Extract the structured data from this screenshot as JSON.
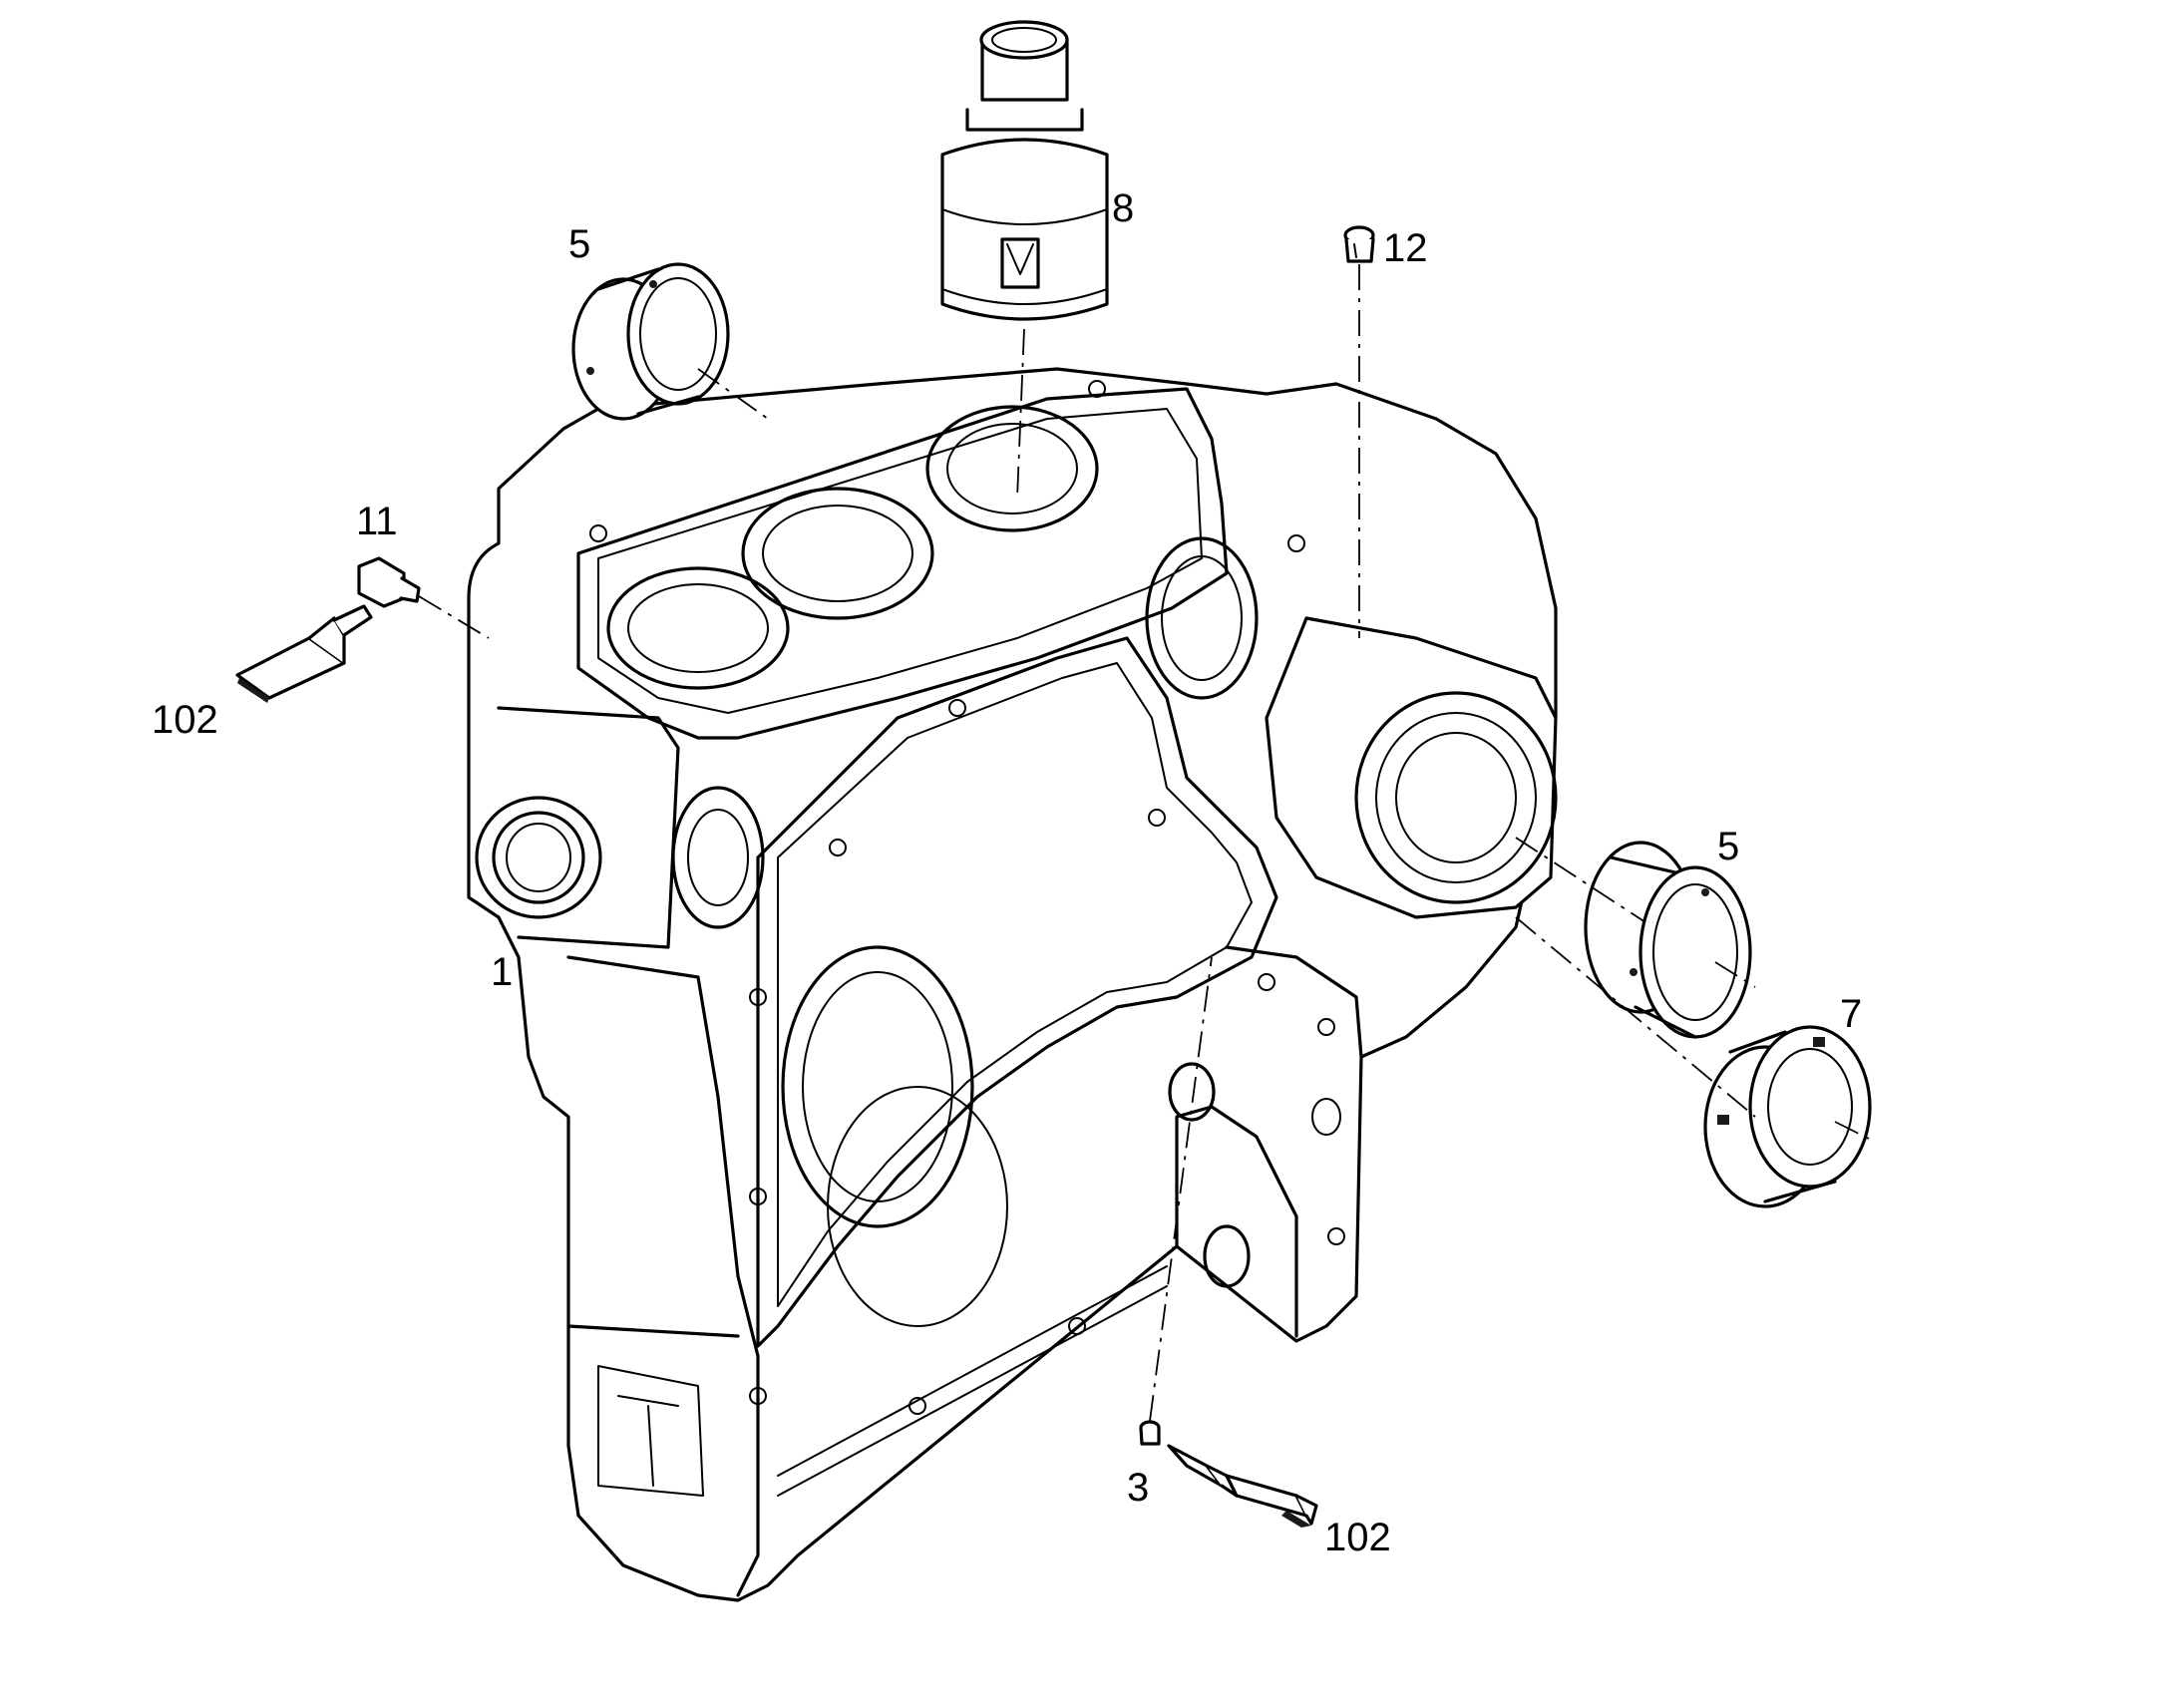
{
  "diagram": {
    "callouts": {
      "part_1": "1",
      "part_3": "3",
      "part_5_left": "5",
      "part_5_right": "5",
      "part_7": "7",
      "part_8": "8",
      "part_11": "11",
      "part_12": "12",
      "part_102_left": "102",
      "part_102_bottom": "102"
    }
  }
}
